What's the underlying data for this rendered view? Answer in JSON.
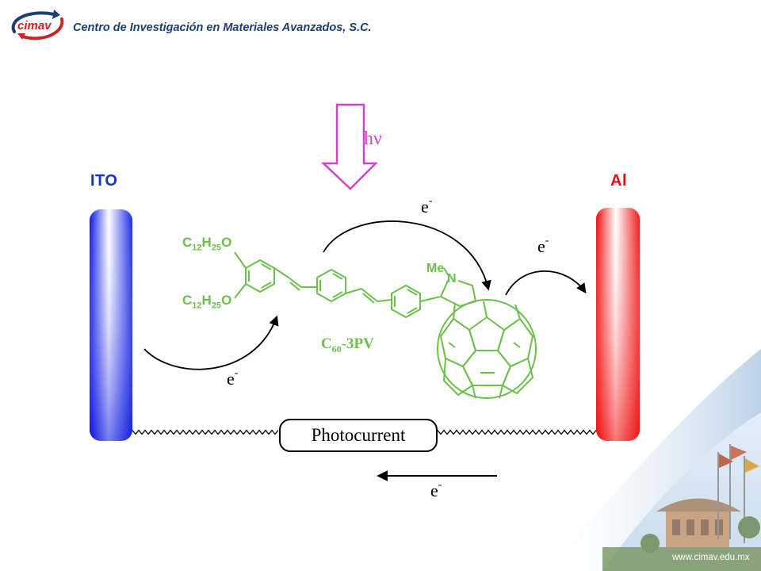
{
  "header": {
    "logo_text": "cimav",
    "title": "Centro de Investigación en Materiales Avanzados, S.C."
  },
  "diagram": {
    "light_label": "hν",
    "left_electrode": "ITO",
    "right_electrode": "Al",
    "molecule": {
      "substituent_top": {
        "main": "C",
        "sub1": "12",
        "mid": "H",
        "sub2": "25",
        "end": "O"
      },
      "substituent_bottom": {
        "main": "C",
        "sub1": "12",
        "mid": "H",
        "sub2": "25",
        "end": "O"
      },
      "methyl_label": "Me",
      "nitrogen_label": "N",
      "name": {
        "main": "C",
        "sub": "60",
        "rest": "-3PV"
      }
    },
    "electron": {
      "base": "e",
      "charge": "-"
    },
    "circuit_label": "Photocurrent"
  },
  "footer": {
    "website": "www.cimav.edu.mx"
  },
  "colors": {
    "ito": "#1432c8",
    "al": "#e01010",
    "molecule": "#6cc04a",
    "light": "#cc44cc",
    "header": "#1c3f73"
  }
}
